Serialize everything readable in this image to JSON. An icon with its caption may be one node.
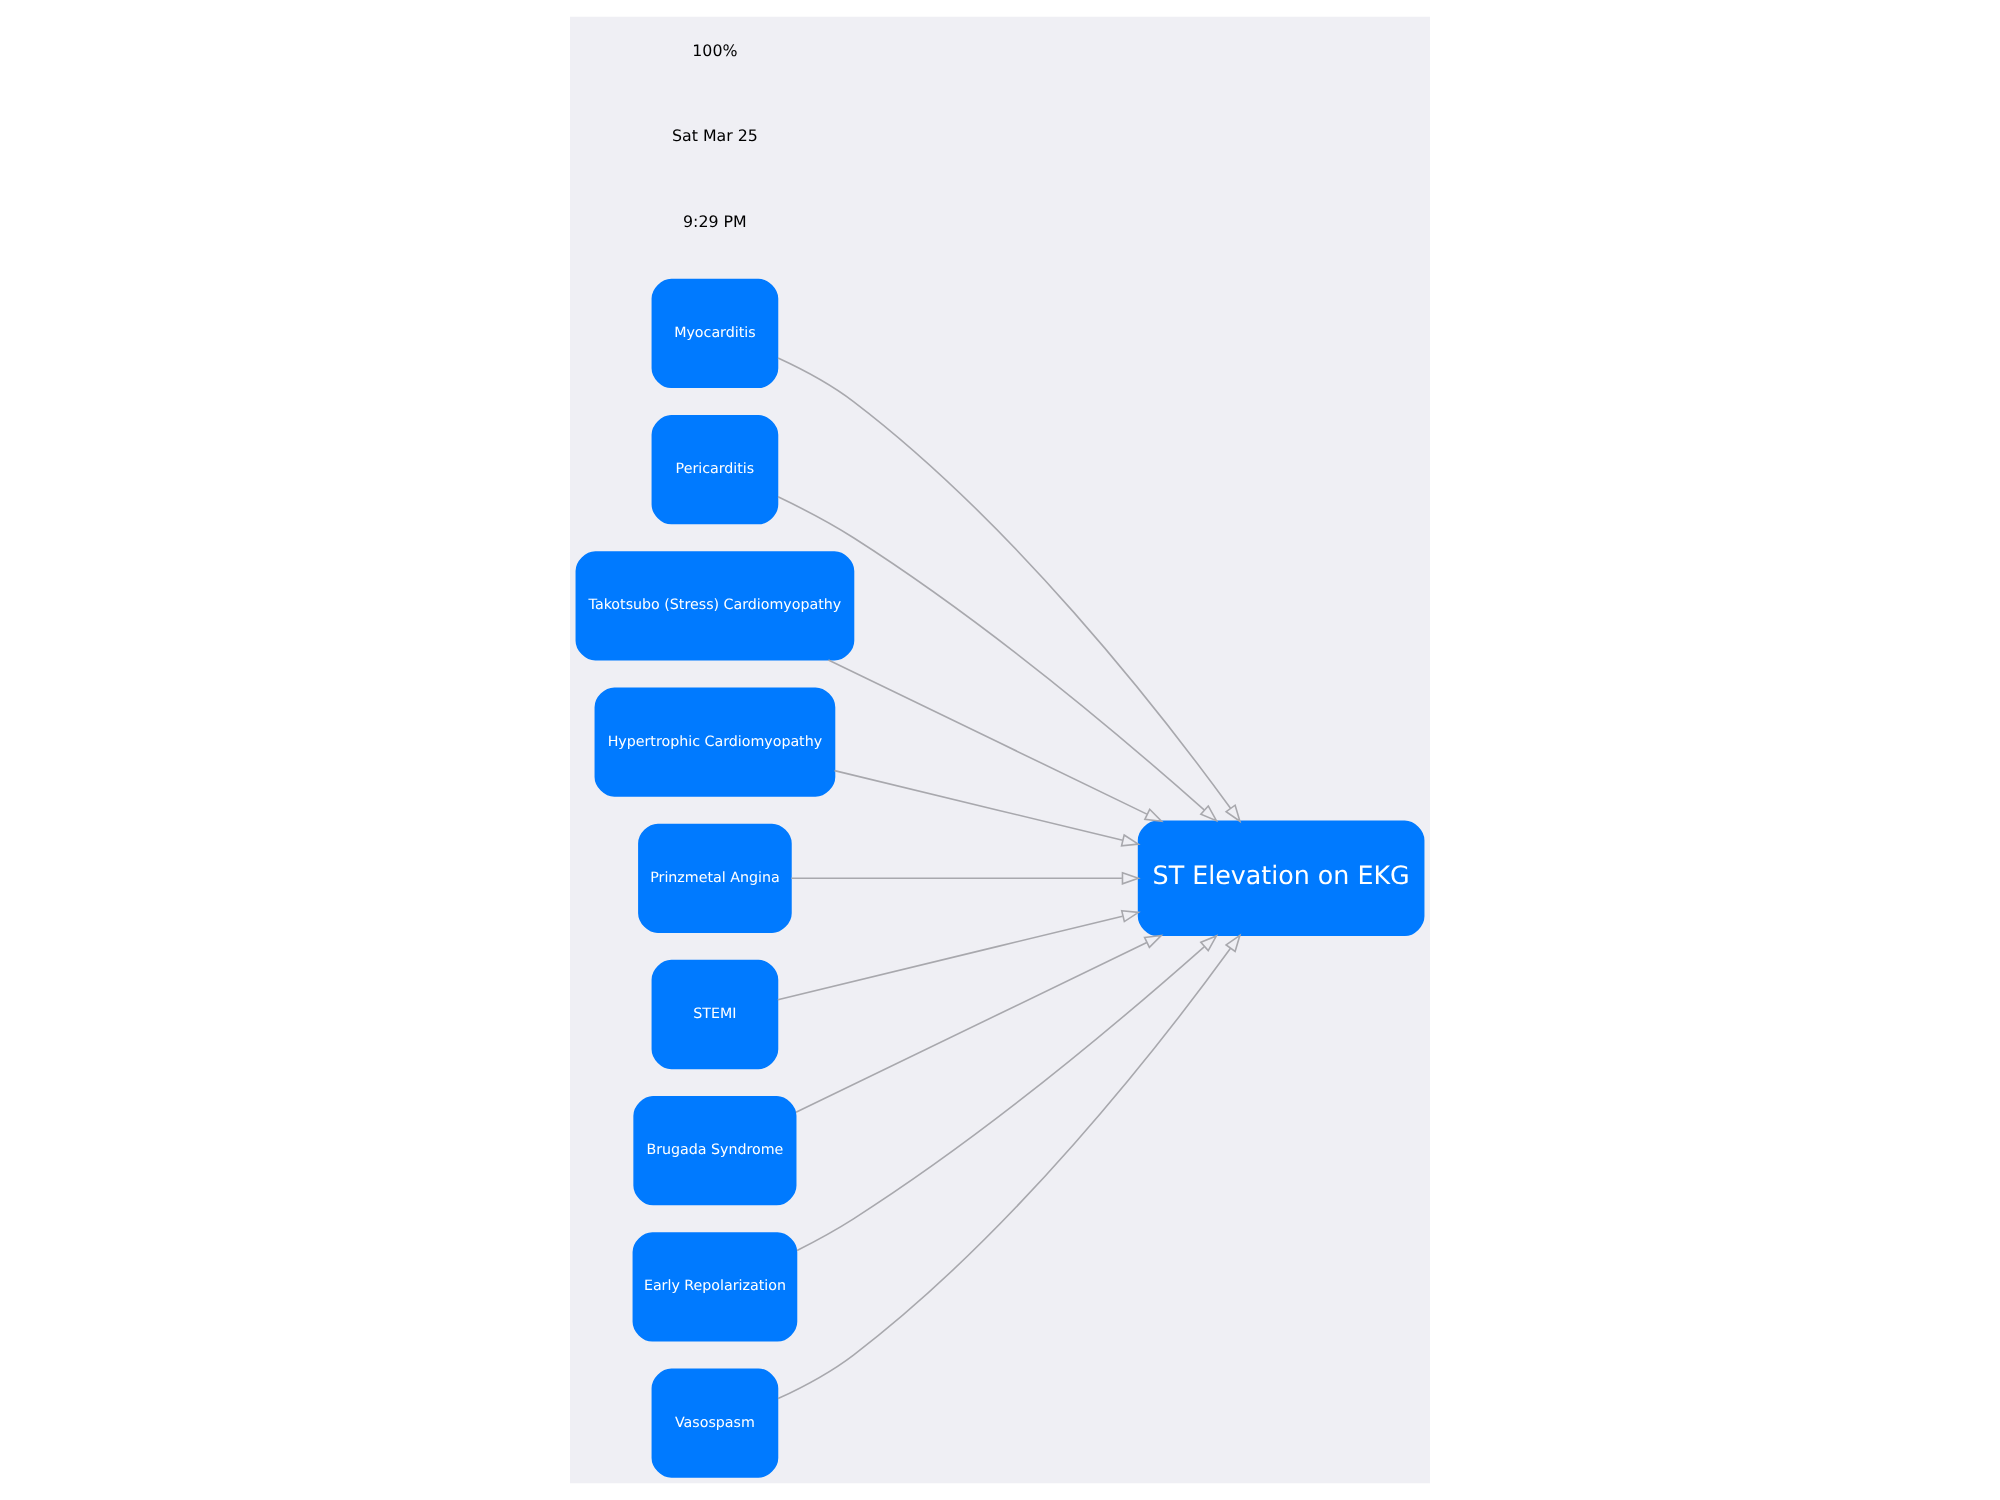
{
  "diagram": {
    "nodes": [
      {
        "text": [
          "Myocarditis"
        ]
      },
      {
        "text": [
          "Pericarditis"
        ]
      },
      {
        "text": [
          "Takotsubo (Stress) Cardiomyopathy"
        ]
      },
      {
        "text": [
          "Hypertrophic Cardiomyopathy"
        ]
      },
      {
        "text": [
          "Prinzmetal Angina"
        ]
      },
      {
        "text": [
          "STEMI"
        ]
      },
      {
        "text": [
          "Brugada Syndrome"
        ]
      },
      {
        "text": [
          "Early Repolarization"
        ]
      },
      {
        "text": [
          "Vasospasm"
        ]
      },
      {
        "text": [
          "ST Elevation on EKG"
        ]
      }
    ],
    "edges": [
      {
        "from": 0,
        "to": 9,
        "arrow": "to"
      },
      {
        "from": 1,
        "to": 9,
        "arrow": "to"
      },
      {
        "from": 2,
        "to": 9,
        "arrow": "to"
      },
      {
        "from": 3,
        "to": 9,
        "arrow": "to"
      },
      {
        "from": 4,
        "to": 9,
        "arrow": "to"
      },
      {
        "from": 5,
        "to": 9,
        "arrow": "to"
      },
      {
        "from": 6,
        "to": 9,
        "arrow": "to"
      },
      {
        "from": 7,
        "to": 9,
        "arrow": "to"
      },
      {
        "from": 8,
        "to": 9,
        "arrow": "to"
      }
    ],
    "labels": [
      "9:29 PM",
      "Sat Mar 25",
      "100%"
    ]
  }
}
